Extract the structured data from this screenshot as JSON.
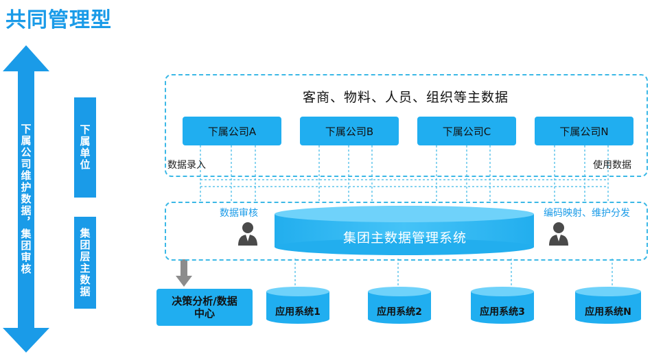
{
  "title": "共同管理型",
  "side": {
    "arrow_label": "下属公司维护数据，集团审核",
    "subsidiary_label": "下属单位",
    "group_label": "集团层主数据"
  },
  "top_panel": {
    "heading": "客商、物料、人员、组织等主数据",
    "companies": [
      "下属公司A",
      "下属公司B",
      "下属公司C",
      "下属公司N"
    ],
    "data_entry": "数据录入",
    "data_use": "使用数据"
  },
  "middle_panel": {
    "review_label": "数据审核",
    "mapping_label": "编码映射、维护分发",
    "mdm_system": "集团主数据管理系统"
  },
  "bottom": {
    "decision_center": "决策分析/数据\n中心",
    "apps": [
      "应用系统1",
      "应用系统2",
      "应用系统3",
      "应用系统N"
    ]
  },
  "colors": {
    "primary": "#1a9be8",
    "box_fill": "#20aef0",
    "dash": "#3bb8e6",
    "arrow_gray": "#8c8c8c"
  }
}
